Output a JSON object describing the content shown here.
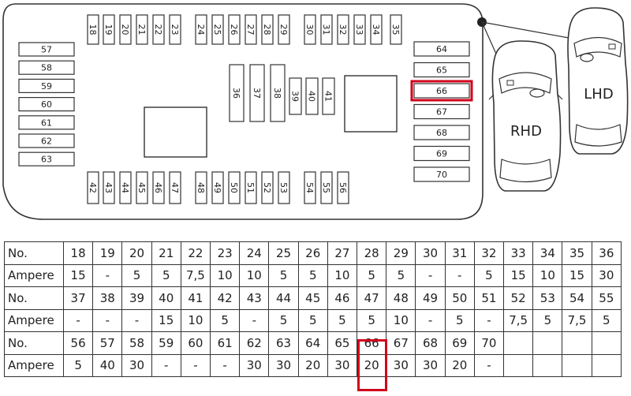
{
  "diagram": {
    "top_fuses": [
      "18",
      "19",
      "20",
      "21",
      "22",
      "23",
      "24",
      "25",
      "26",
      "27",
      "28",
      "29",
      "30",
      "31",
      "32",
      "33",
      "34",
      "35"
    ],
    "bottom_fuses": [
      "42",
      "43",
      "44",
      "45",
      "46",
      "47",
      "48",
      "49",
      "50",
      "51",
      "52",
      "53",
      "54",
      "55",
      "56"
    ],
    "left_fuses": [
      "57",
      "58",
      "59",
      "60",
      "61",
      "62",
      "63"
    ],
    "right_fuses": [
      "64",
      "65",
      "66",
      "67",
      "68",
      "69",
      "70"
    ],
    "middle_tall_fuses": [
      "36",
      "37",
      "38"
    ],
    "middle_short_fuses": [
      "39",
      "40",
      "41"
    ],
    "highlighted_fuse": "66",
    "car_left_label": "RHD",
    "car_right_label": "LHD",
    "highlight_color": "#d0021b"
  },
  "table": {
    "row_labels": {
      "no": "No.",
      "ampere": "Ampere"
    },
    "blocks": [
      {
        "no": [
          "18",
          "19",
          "20",
          "21",
          "22",
          "23",
          "24",
          "25",
          "26",
          "27",
          "28",
          "29",
          "30",
          "31",
          "32",
          "33",
          "34",
          "35",
          "36"
        ],
        "ampere": [
          "15",
          "-",
          "5",
          "5",
          "7,5",
          "10",
          "10",
          "5",
          "5",
          "10",
          "5",
          "5",
          "-",
          "-",
          "5",
          "15",
          "10",
          "15",
          "30"
        ]
      },
      {
        "no": [
          "37",
          "38",
          "39",
          "40",
          "41",
          "42",
          "43",
          "44",
          "45",
          "46",
          "47",
          "48",
          "49",
          "50",
          "51",
          "52",
          "53",
          "54",
          "55"
        ],
        "ampere": [
          "-",
          "-",
          "-",
          "15",
          "10",
          "5",
          "-",
          "5",
          "5",
          "5",
          "5",
          "10",
          "-",
          "5",
          "-",
          "7,5",
          "5",
          "7,5",
          "5"
        ]
      },
      {
        "no": [
          "56",
          "57",
          "58",
          "59",
          "60",
          "61",
          "62",
          "63",
          "64",
          "65",
          "66",
          "67",
          "68",
          "69",
          "70",
          "",
          "",
          "",
          ""
        ],
        "ampere": [
          "5",
          "40",
          "30",
          "-",
          "-",
          "-",
          "30",
          "30",
          "20",
          "30",
          "20",
          "30",
          "30",
          "20",
          "-",
          "",
          "",
          "",
          ""
        ]
      }
    ]
  }
}
